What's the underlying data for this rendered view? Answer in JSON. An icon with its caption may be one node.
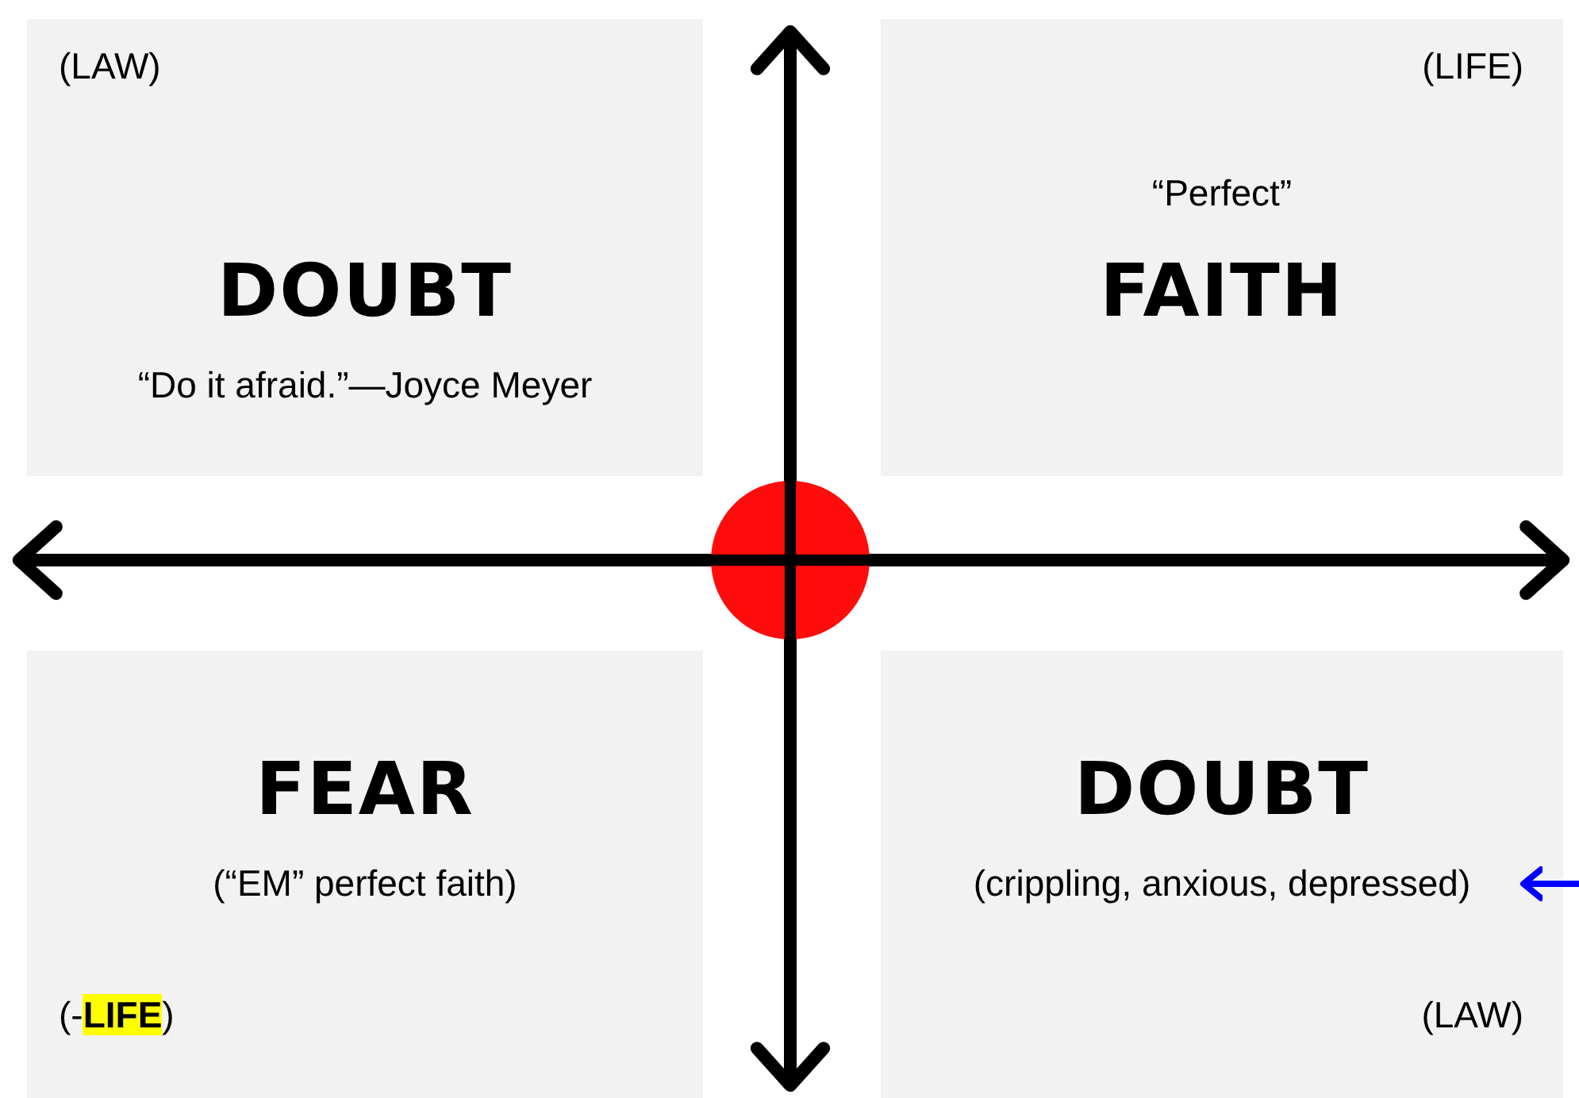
{
  "diagram": {
    "nodes": [
      {
        "text": [
          "(LAW)",
          "DOUBT",
          "“Do it afraid.”—Joyce Meyer"
        ]
      },
      {
        "text": [
          "(LIFE)",
          "“Perfect”",
          "FAITH"
        ]
      },
      {
        "text": [
          "FEAR",
          "(“EM” perfect faith)",
          "(-**LIFE**)"
        ]
      },
      {
        "text": [
          "DOUBT",
          "(crippling, anxious, depressed)",
          "(LAW)"
        ]
      }
    ],
    "edges": [
      {
        "from": null,
        "to": 3,
        "arrow": "to",
        "color": "#0000ff"
      }
    ]
  }
}
